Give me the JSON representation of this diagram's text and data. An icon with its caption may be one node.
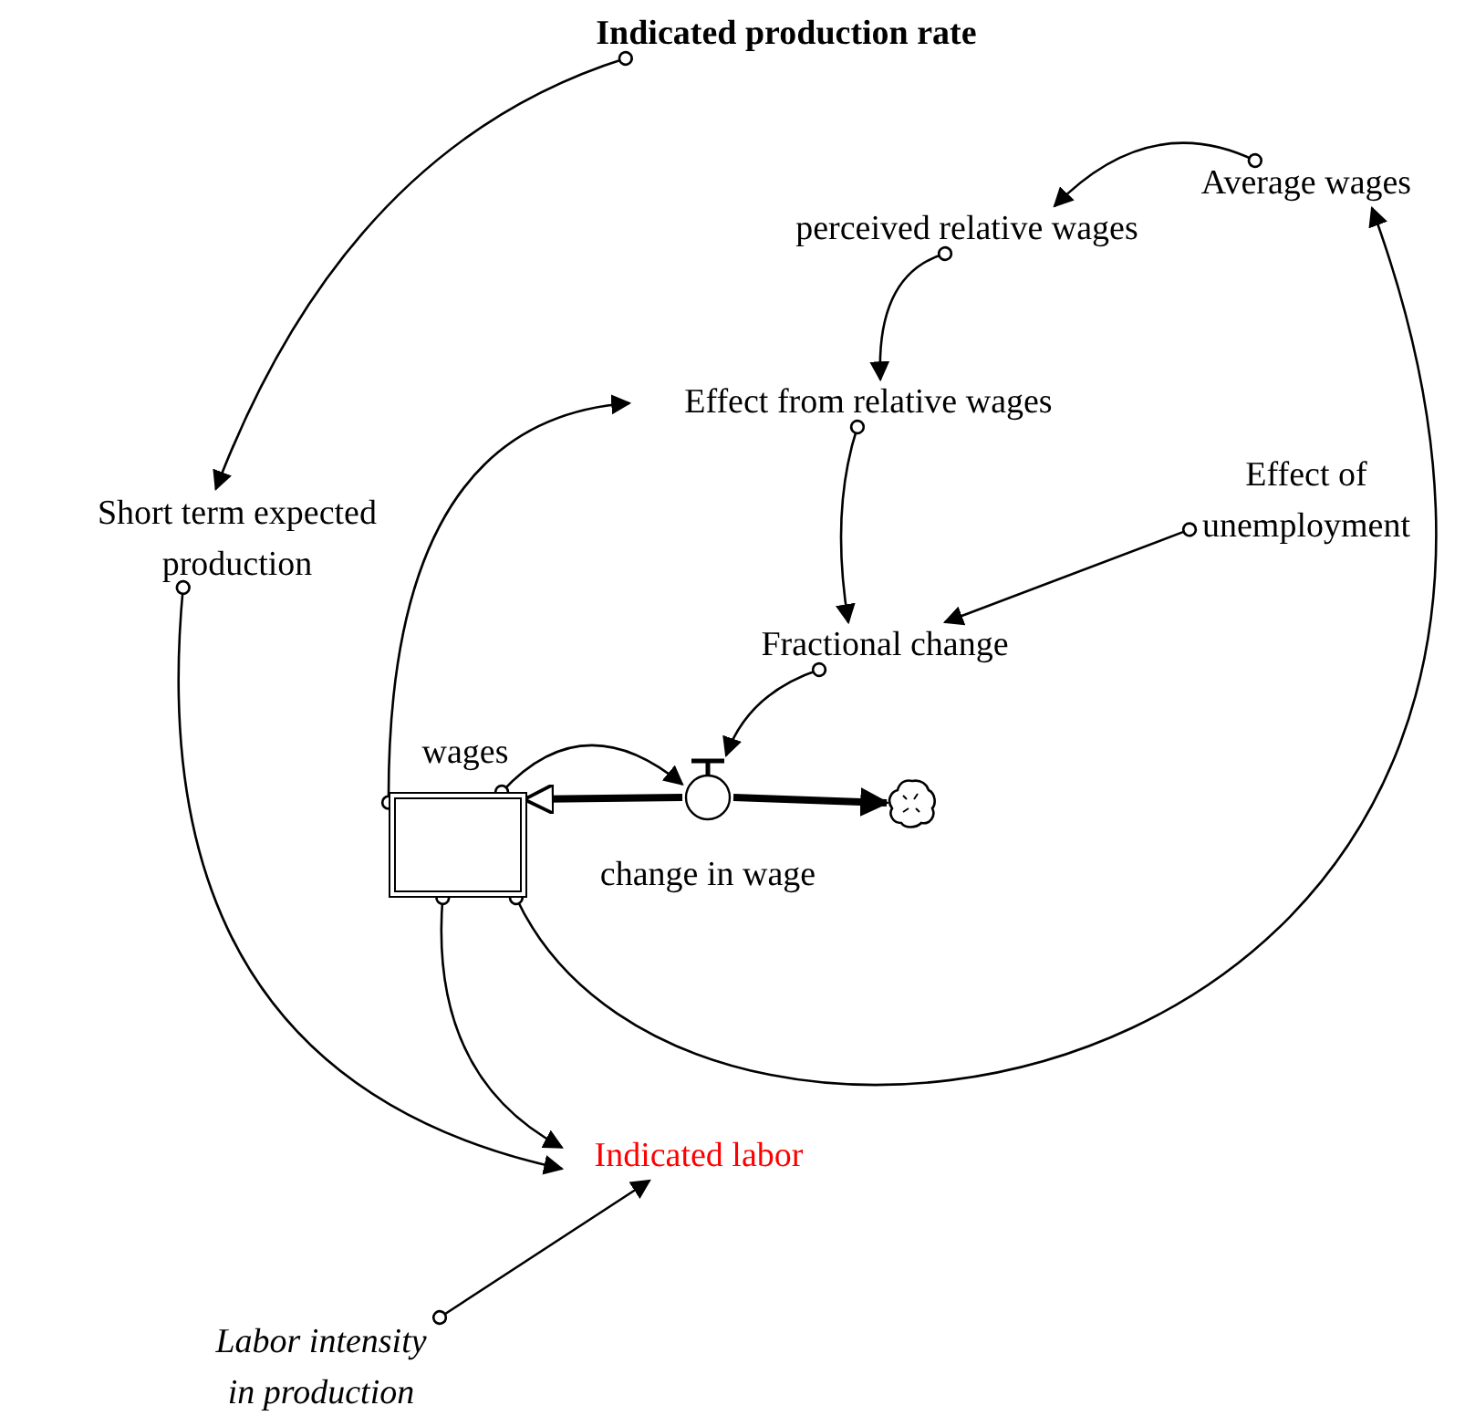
{
  "diagram": {
    "nodes": [
      {
        "text": [
          "Indicated production rate"
        ]
      },
      {
        "text": [
          "Average wages"
        ]
      },
      {
        "text": [
          "perceived relative wages"
        ]
      },
      {
        "text": [
          "Effect from relative wages"
        ]
      },
      {
        "text": [
          "Effect of unemployment"
        ]
      },
      {
        "text": [
          "Short term expected production"
        ]
      },
      {
        "text": [
          "Fractional change"
        ]
      },
      {
        "text": [
          "wages"
        ]
      },
      {
        "text": [
          "change in wage"
        ]
      },
      {
        "text": [],
        "shape": "cloud"
      },
      {
        "text": [
          "Indicated labor"
        ]
      },
      {
        "text": [
          "Labor intensity in production"
        ]
      }
    ],
    "edges": [
      {
        "from": 0,
        "to": 5,
        "arrow": "to"
      },
      {
        "from": 1,
        "to": 2,
        "arrow": "to"
      },
      {
        "from": 2,
        "to": 3,
        "arrow": "to"
      },
      {
        "from": 3,
        "to": 6,
        "arrow": "to"
      },
      {
        "from": 4,
        "to": 6,
        "arrow": "to"
      },
      {
        "from": 6,
        "to": 8,
        "arrow": "to"
      },
      {
        "from": 7,
        "to": 8,
        "arrow": "to"
      },
      {
        "from": 8,
        "to": 7,
        "arrow": "to",
        "style": "thick"
      },
      {
        "from": 8,
        "to": 9,
        "arrow": "to",
        "style": "thick"
      },
      {
        "from": 7,
        "to": 3,
        "arrow": "to"
      },
      {
        "from": 7,
        "to": 1,
        "arrow": "to"
      },
      {
        "from": 7,
        "to": 10,
        "arrow": "to"
      },
      {
        "from": 5,
        "to": 10,
        "arrow": "to"
      },
      {
        "from": 11,
        "to": 10,
        "arrow": "to"
      }
    ]
  }
}
